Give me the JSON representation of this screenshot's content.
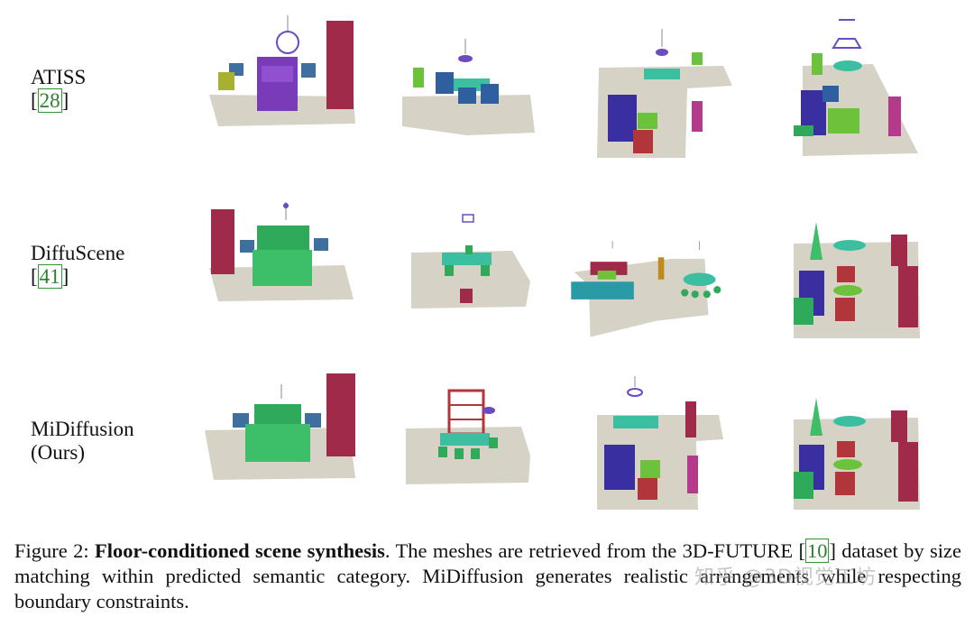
{
  "rows": [
    {
      "method": "ATISS",
      "ref": "28"
    },
    {
      "method": "DiffuScene",
      "ref": "41"
    },
    {
      "method": "MiDiffusion",
      "note": "(Ours)"
    }
  ],
  "caption": {
    "figure_label": "Figure 2:",
    "title": "Floor-conditioned scene synthesis",
    "text_before_ref": ". The meshes are retrieved from the 3D-FUTURE ",
    "ref": "10",
    "text_after_ref": " dataset by size matching within predicted semantic category. MiDiffusion generates realistic arrangements while respecting boundary constraints."
  },
  "watermark": "知乎 @3D视觉工坊",
  "colors": {
    "floor": "#d6d2c6",
    "bed_purple": "#7a3bb8",
    "bed_green": "#3dbf6a",
    "wardrobe": "#a02a4a",
    "nightstand": "#3f6f9e",
    "table_teal": "#3cbfa0",
    "sofa_blue": "#3a2fa0",
    "chair_red": "#b0363b",
    "lime": "#6cc23b",
    "magenta": "#b43a8c",
    "lamp": "#6a4cc0"
  }
}
